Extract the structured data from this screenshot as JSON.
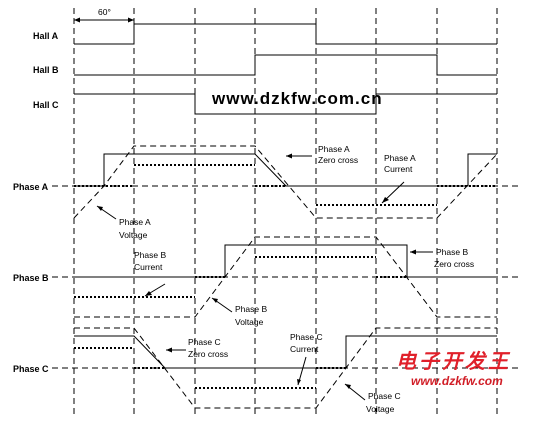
{
  "header": {
    "angle_label": "60°"
  },
  "rows": {
    "hall_a": "Hall A",
    "hall_b": "Hall B",
    "hall_c": "Hall C",
    "phase_a": "Phase A",
    "phase_b": "Phase B",
    "phase_c": "Phase C"
  },
  "annotations": {
    "a_zero_1": "Phase A",
    "a_zero_2": "Zero cross",
    "a_cur_1": "Phase A",
    "a_cur_2": "Current",
    "a_volt_1": "Phase A",
    "a_volt_2": "Voltage",
    "b_cur_1": "Phase B",
    "b_cur_2": "Current",
    "b_zero_1": "Phase B",
    "b_zero_2": "Zero cross",
    "b_volt_1": "Phase B",
    "b_volt_2": "Voltage",
    "c_zero_1": "Phase C",
    "c_zero_2": "Zero cross",
    "c_cur_1": "Phase C",
    "c_cur_2": "Current",
    "c_volt_1": "Phase C",
    "c_volt_2": "Voltage"
  },
  "watermark": {
    "url_center": "www.dzkfw.com.cn",
    "site_name": "电子开发王",
    "url_corner": "www.dzkfw.com"
  },
  "colors": {
    "line": "#000000",
    "watermark_red": "#e0202a",
    "background": "#ffffff"
  }
}
